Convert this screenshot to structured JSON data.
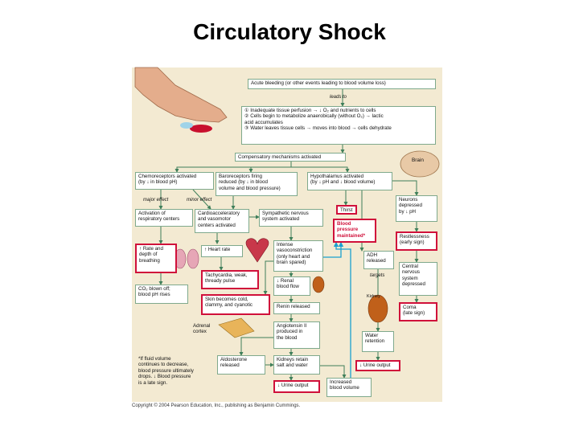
{
  "title": "Circulatory Shock",
  "copyright": "Copyright © 2004 Pearson Education, Inc., publishing as Benjamin Cummings.",
  "labels": {
    "leads_to": "leads to",
    "brain": "Brain",
    "major_effect": "major effect",
    "minor_effect": "minor effect",
    "targets": "targets",
    "kidney": "Kidney",
    "adrenal_cortex": "Adrenal\ncortex"
  },
  "boxes": {
    "acute_bleeding": "Acute bleeding (or other events leading to blood volume loss)",
    "effects_1": "① Inadequate tissue perfusion → ↓ O₂ and nutrients to cells",
    "effects_2": "② Cells begin to metabolize anaerobically (without O₂) → lactic\n     acid accumulates",
    "effects_3": "③ Water leaves tissue cells → moves into blood → cells dehydrate",
    "compensatory": "Compensatory mechanisms activated",
    "chemoreceptors": "Chemoreceptors activated\n(by ↓ in blood pH)",
    "baroreceptors": "Baroreceptors firing\nreduced (by ↓ in blood\nvolume and blood pressure)",
    "hypothalamus": "Hypothalamus activated\n(by ↓ pH and ↓ blood volume)",
    "respiratory": "Activation of\nrespiratory centers",
    "cardioacc": "Cardioacceleratory\nand vasomotor\ncenters activated",
    "sympathetic": "Sympathetic nervous\nsystem activated",
    "thirst": "Thirst",
    "bp_maintained": "Blood\npressure\nmaintained*",
    "neurons_depressed": "Neurons\ndepressed\nby ↓ pH",
    "rate_depth": "↑ Rate and\ndepth of\nbreathing",
    "heart_rate": "↑ Heart rate",
    "vasoconstriction": "Intense\nvasoconstriction\n(only heart and\nbrain spared)",
    "adh": "ADH\nreleased",
    "restlessness": "Restlessness\n(early sign)",
    "tachycardia": "Tachycardia, weak,\nthready pulse",
    "renal_flow": "↓ Renal\nblood flow",
    "cns_depressed": "Central\nnervous\nsystem\ndepressed",
    "co2_blown": "CO₂ blown off;\nblood pH rises",
    "skin": "Skin becomes cold,\nclammy, and cyanotic",
    "renin": "Renin released",
    "coma": "Coma\n(late sign)",
    "angiotensin": "Angiotensin II\nproduced in\nthe blood",
    "water_retention": "Water\nretention",
    "aldosterone": "Aldosterone\nreleased",
    "kidneys_retain": "Kidneys retain\nsalt and water",
    "urine_output_right": "↓ Urine output",
    "urine_output_bottom": "↓ Urine output",
    "increased_volume": "Increased\nblood volume"
  },
  "footnote": "*If fluid volume\ncontinues to decrease,\nblood pressure ultimately\ndrops. ↓ Blood pressure\nis a late sign.",
  "colors": {
    "panel": "#f3ead2",
    "box_border": "#7fa98c",
    "red_border": "#d0103a",
    "arrow": "#3f7f5a",
    "cyan_arrow": "#1aa0d0"
  }
}
